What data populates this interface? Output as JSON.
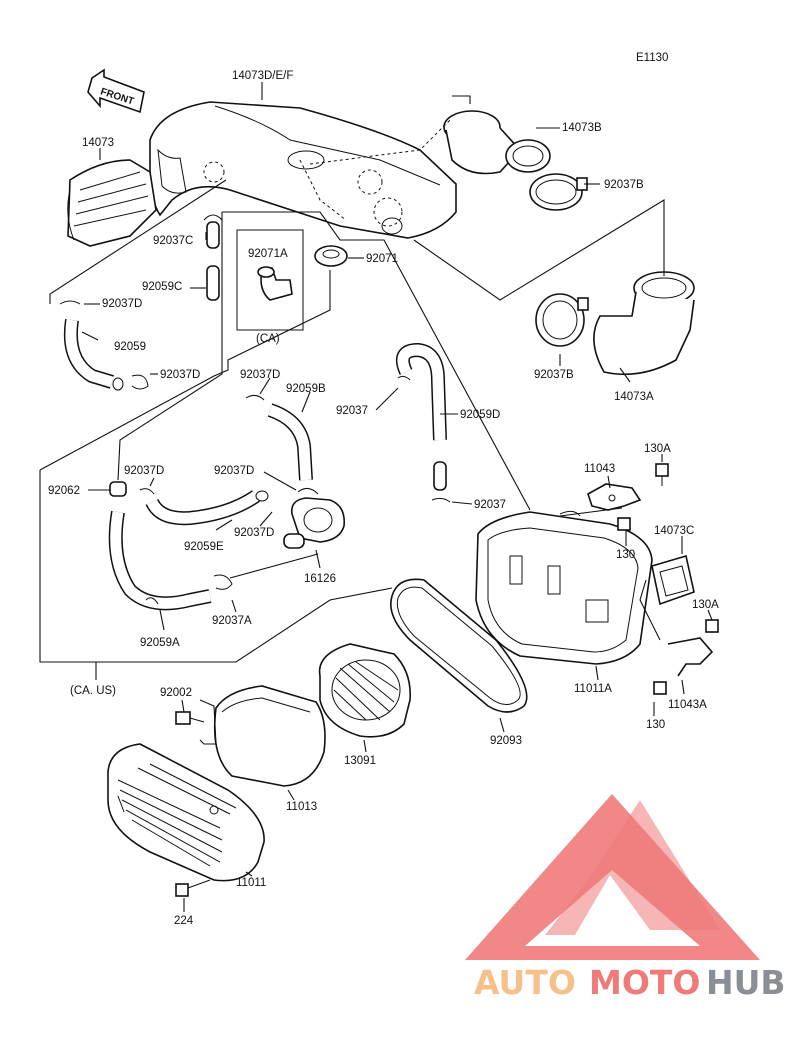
{
  "diagram_code": "E1130",
  "front_label": "FRONT",
  "ca_box_label": "(CA)",
  "ca_us_label": "(CA. US)",
  "parts": {
    "p14073def": "14073D/E/F",
    "p14073": "14073",
    "p14073b": "14073B",
    "p92037b_1": "92037B",
    "p92037c": "92037C",
    "p92071a": "92071A",
    "p92071": "92071",
    "p92059c": "92059C",
    "p92037d_1": "92037D",
    "p92059_1": "92059",
    "p92037d_2": "92037D",
    "p92037d_3": "92037D",
    "p92059b": "92059B",
    "p92037_1": "92037",
    "p92059d": "92059D",
    "p92037b_2": "92037B",
    "p14073a": "14073A",
    "p130a_1": "130A",
    "p11043": "11043",
    "p92037d_4": "92037D",
    "p92037d_5": "92037D",
    "p92062": "92062",
    "p92037_2": "92037",
    "p130_1": "130",
    "p14073c": "14073C",
    "p92037d_6": "92037D",
    "p92059e": "92059E",
    "p16126": "16126",
    "p130a_2": "130A",
    "p92037a": "92037A",
    "p92059a": "92059A",
    "p11011a": "11011A",
    "p11043a": "11043A",
    "p130_2": "130",
    "p92002": "92002",
    "p92093": "92093",
    "p13091": "13091",
    "p11013": "11013",
    "p11011": "11011",
    "p224": "224"
  },
  "watermark": {
    "part1": "AUTO",
    "part2": "MOTO",
    "part3": "HUB",
    "color_light": "#f6c08a",
    "color_accent": "#ef7a7a",
    "color_dark": "#8a8f96"
  }
}
